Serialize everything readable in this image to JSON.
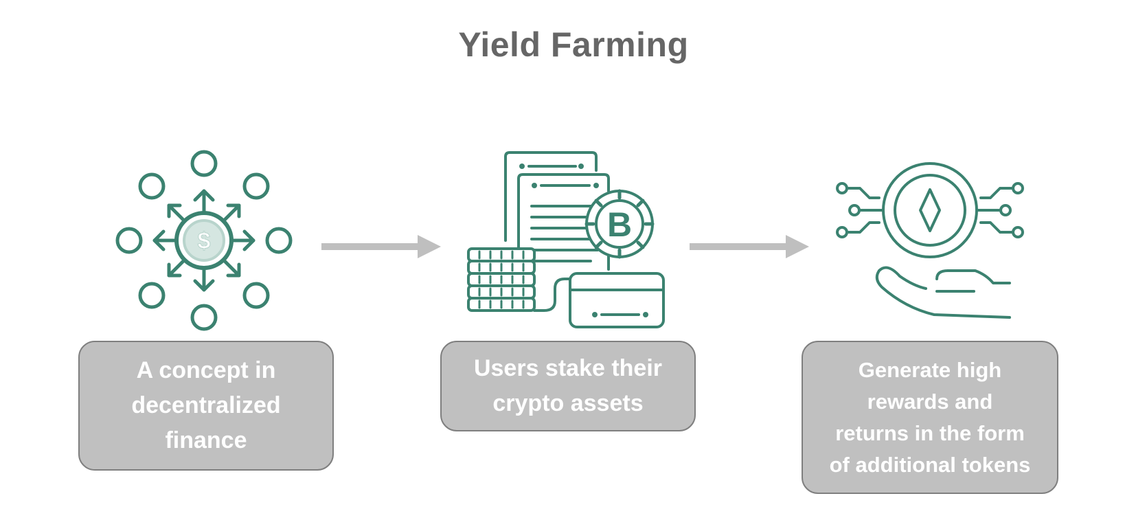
{
  "title": "Yield Farming",
  "colors": {
    "title": "#666666",
    "icon_stroke": "#3b8270",
    "box_fill": "#c0c0c0",
    "box_border": "#7f7f7f",
    "box_text": "#ffffff",
    "arrow": "#bfbfbf"
  },
  "steps": [
    {
      "icon": "decentralized-network-dollar-icon",
      "glyph": "$",
      "text": "A concept in\ndecentralized\nfinance"
    },
    {
      "icon": "documents-coins-bitcoin-icon",
      "glyph": "B",
      "text": "Users stake their\ncrypto assets"
    },
    {
      "icon": "hand-ethereum-token-icon",
      "glyph": "",
      "text": "Generate high\nrewards and\nreturns in the form\nof additional tokens"
    }
  ],
  "arrows": [
    "arrow-right-icon",
    "arrow-right-icon"
  ]
}
